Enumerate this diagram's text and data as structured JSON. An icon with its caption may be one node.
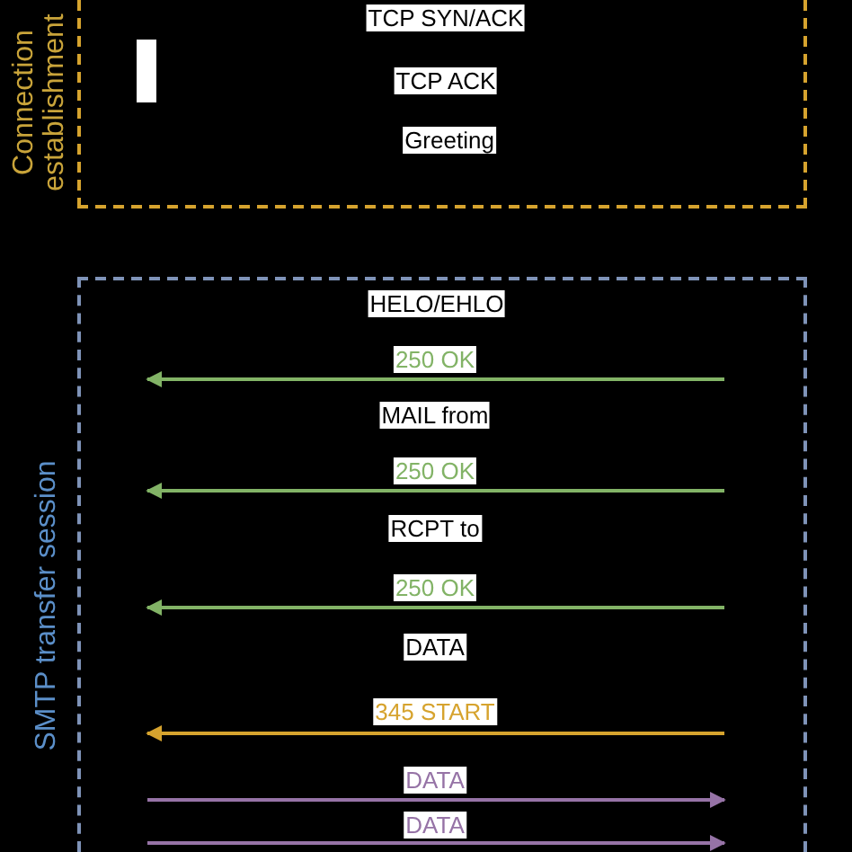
{
  "diagram": {
    "nodes": [
      {
        "text": [
          "Connection establishment"
        ]
      },
      {
        "text": [
          "SMTP transfer session"
        ]
      }
    ],
    "labels": [
      "TCP SYN/ACK",
      "TCP ACK",
      "Greeting",
      "HELO/EHLO",
      "250 OK",
      "MAIL from",
      "250 OK",
      "RCPT to",
      "250 OK",
      "DATA",
      "345 START",
      "DATA",
      "DATA"
    ]
  }
}
